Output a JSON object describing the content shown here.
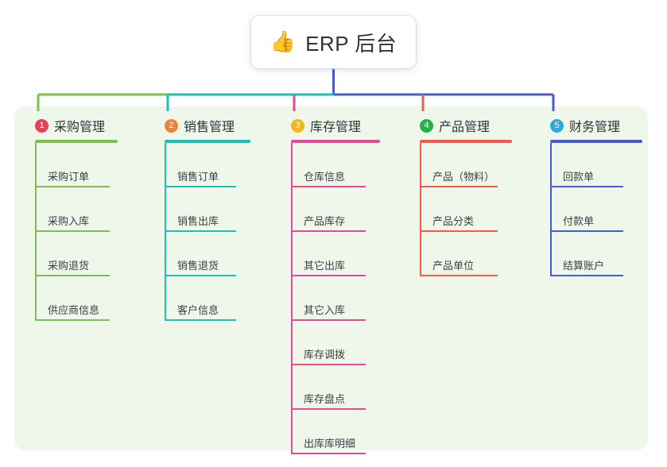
{
  "root": {
    "icon": "thumbs-up-icon",
    "emoji": "👍",
    "title": "ERP 后台"
  },
  "theme": {
    "panel_bg": "#eef7e9",
    "page_bg": "#ffffff",
    "root_trunk": "#4a5bd0",
    "title_color": "#2f3337"
  },
  "columns": [
    {
      "number": "1",
      "title": "采购管理",
      "badge_color": "#ec4056",
      "line_color": "#7ebf54",
      "items": [
        {
          "label": "采购订单"
        },
        {
          "label": "采购入库"
        },
        {
          "label": "采购退货"
        },
        {
          "label": "供应商信息"
        }
      ]
    },
    {
      "number": "2",
      "title": "销售管理",
      "badge_color": "#f0813a",
      "line_color": "#19c2b6",
      "items": [
        {
          "label": "销售订单"
        },
        {
          "label": "销售出库"
        },
        {
          "label": "销售退货"
        },
        {
          "label": "客户信息"
        }
      ]
    },
    {
      "number": "3",
      "title": "库存管理",
      "badge_color": "#f5b716",
      "line_color": "#e8479a",
      "items": [
        {
          "label": "仓库信息"
        },
        {
          "label": "产品库存"
        },
        {
          "label": "其它出库"
        },
        {
          "label": "其它入库"
        },
        {
          "label": "库存调拨"
        },
        {
          "label": "库存盘点"
        },
        {
          "label": "出库库明细"
        }
      ]
    },
    {
      "number": "4",
      "title": "产品管理",
      "badge_color": "#22b24c",
      "line_color": "#f9584f",
      "items": [
        {
          "label": "产品（物料）"
        },
        {
          "label": "产品分类"
        },
        {
          "label": "产品单位"
        }
      ]
    },
    {
      "number": "5",
      "title": "财务管理",
      "badge_color": "#2eaae0",
      "line_color": "#4a5bd0",
      "items": [
        {
          "label": "回款单"
        },
        {
          "label": "付款单"
        },
        {
          "label": "结算账户"
        }
      ]
    }
  ]
}
